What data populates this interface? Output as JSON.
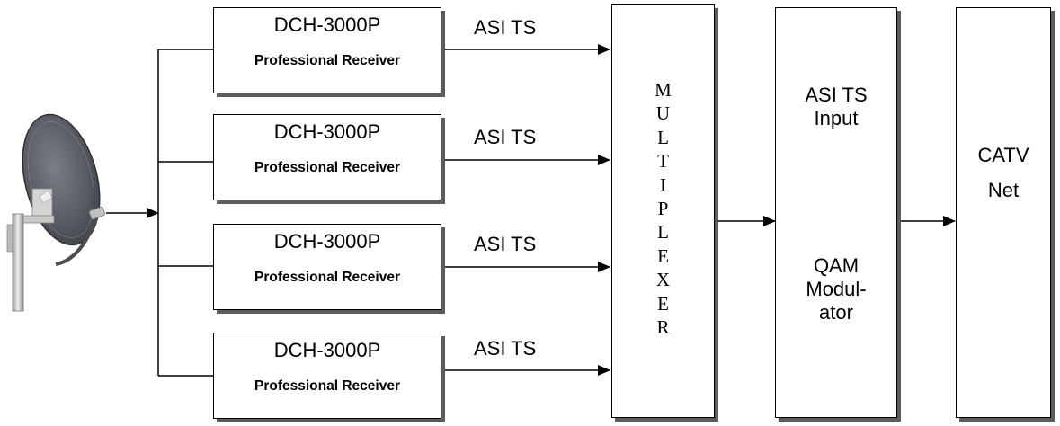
{
  "receivers": [
    {
      "model": "DCH-3000P",
      "subtitle": "Professional Receiver",
      "output_label": "ASI TS"
    },
    {
      "model": "DCH-3000P",
      "subtitle": "Professional Receiver",
      "output_label": "ASI TS"
    },
    {
      "model": "DCH-3000P",
      "subtitle": "Professional Receiver",
      "output_label": "ASI TS"
    },
    {
      "model": "DCH-3000P",
      "subtitle": "Professional Receiver",
      "output_label": "ASI TS"
    }
  ],
  "multiplexer": {
    "letters": [
      "M",
      "U",
      "L",
      "T",
      "I",
      "P",
      "L",
      "E",
      "X",
      "E",
      "R"
    ]
  },
  "modulator": {
    "input_line1": "ASI TS",
    "input_line2": "Input",
    "line1": "QAM",
    "line2": "Modul-",
    "line3": "ator"
  },
  "catv": {
    "line1": "CATV",
    "line2": "Net"
  },
  "colors": {
    "line": "#000000",
    "shadow": "#5c5c5c",
    "dish": "#55595f"
  },
  "icons": {
    "source": "satellite-dish-icon"
  }
}
